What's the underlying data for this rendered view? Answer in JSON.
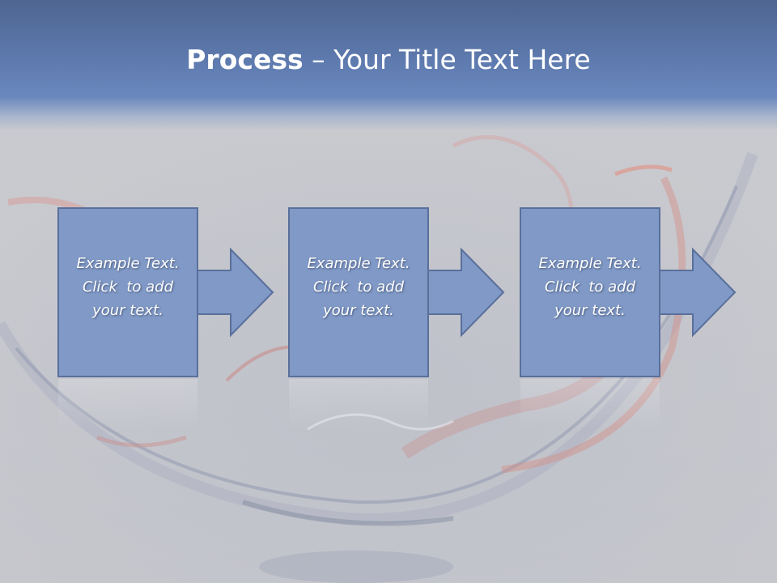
{
  "title": {
    "bold": "Process",
    "rest": " – Your Title Text Here"
  },
  "steps": [
    {
      "line1": "Example Text.",
      "line2": "Click  to add",
      "line3": "your text."
    },
    {
      "line1": "Example Text.",
      "line2": "Click  to add",
      "line3": "your text."
    },
    {
      "line1": "Example Text.",
      "line2": "Click  to add",
      "line3": "your text."
    }
  ],
  "colors": {
    "header": "#5d79ad",
    "box_fill": "#8099c6",
    "box_stroke": "#5a6f9b",
    "text": "#ffffff",
    "background": "#c9cacf"
  }
}
